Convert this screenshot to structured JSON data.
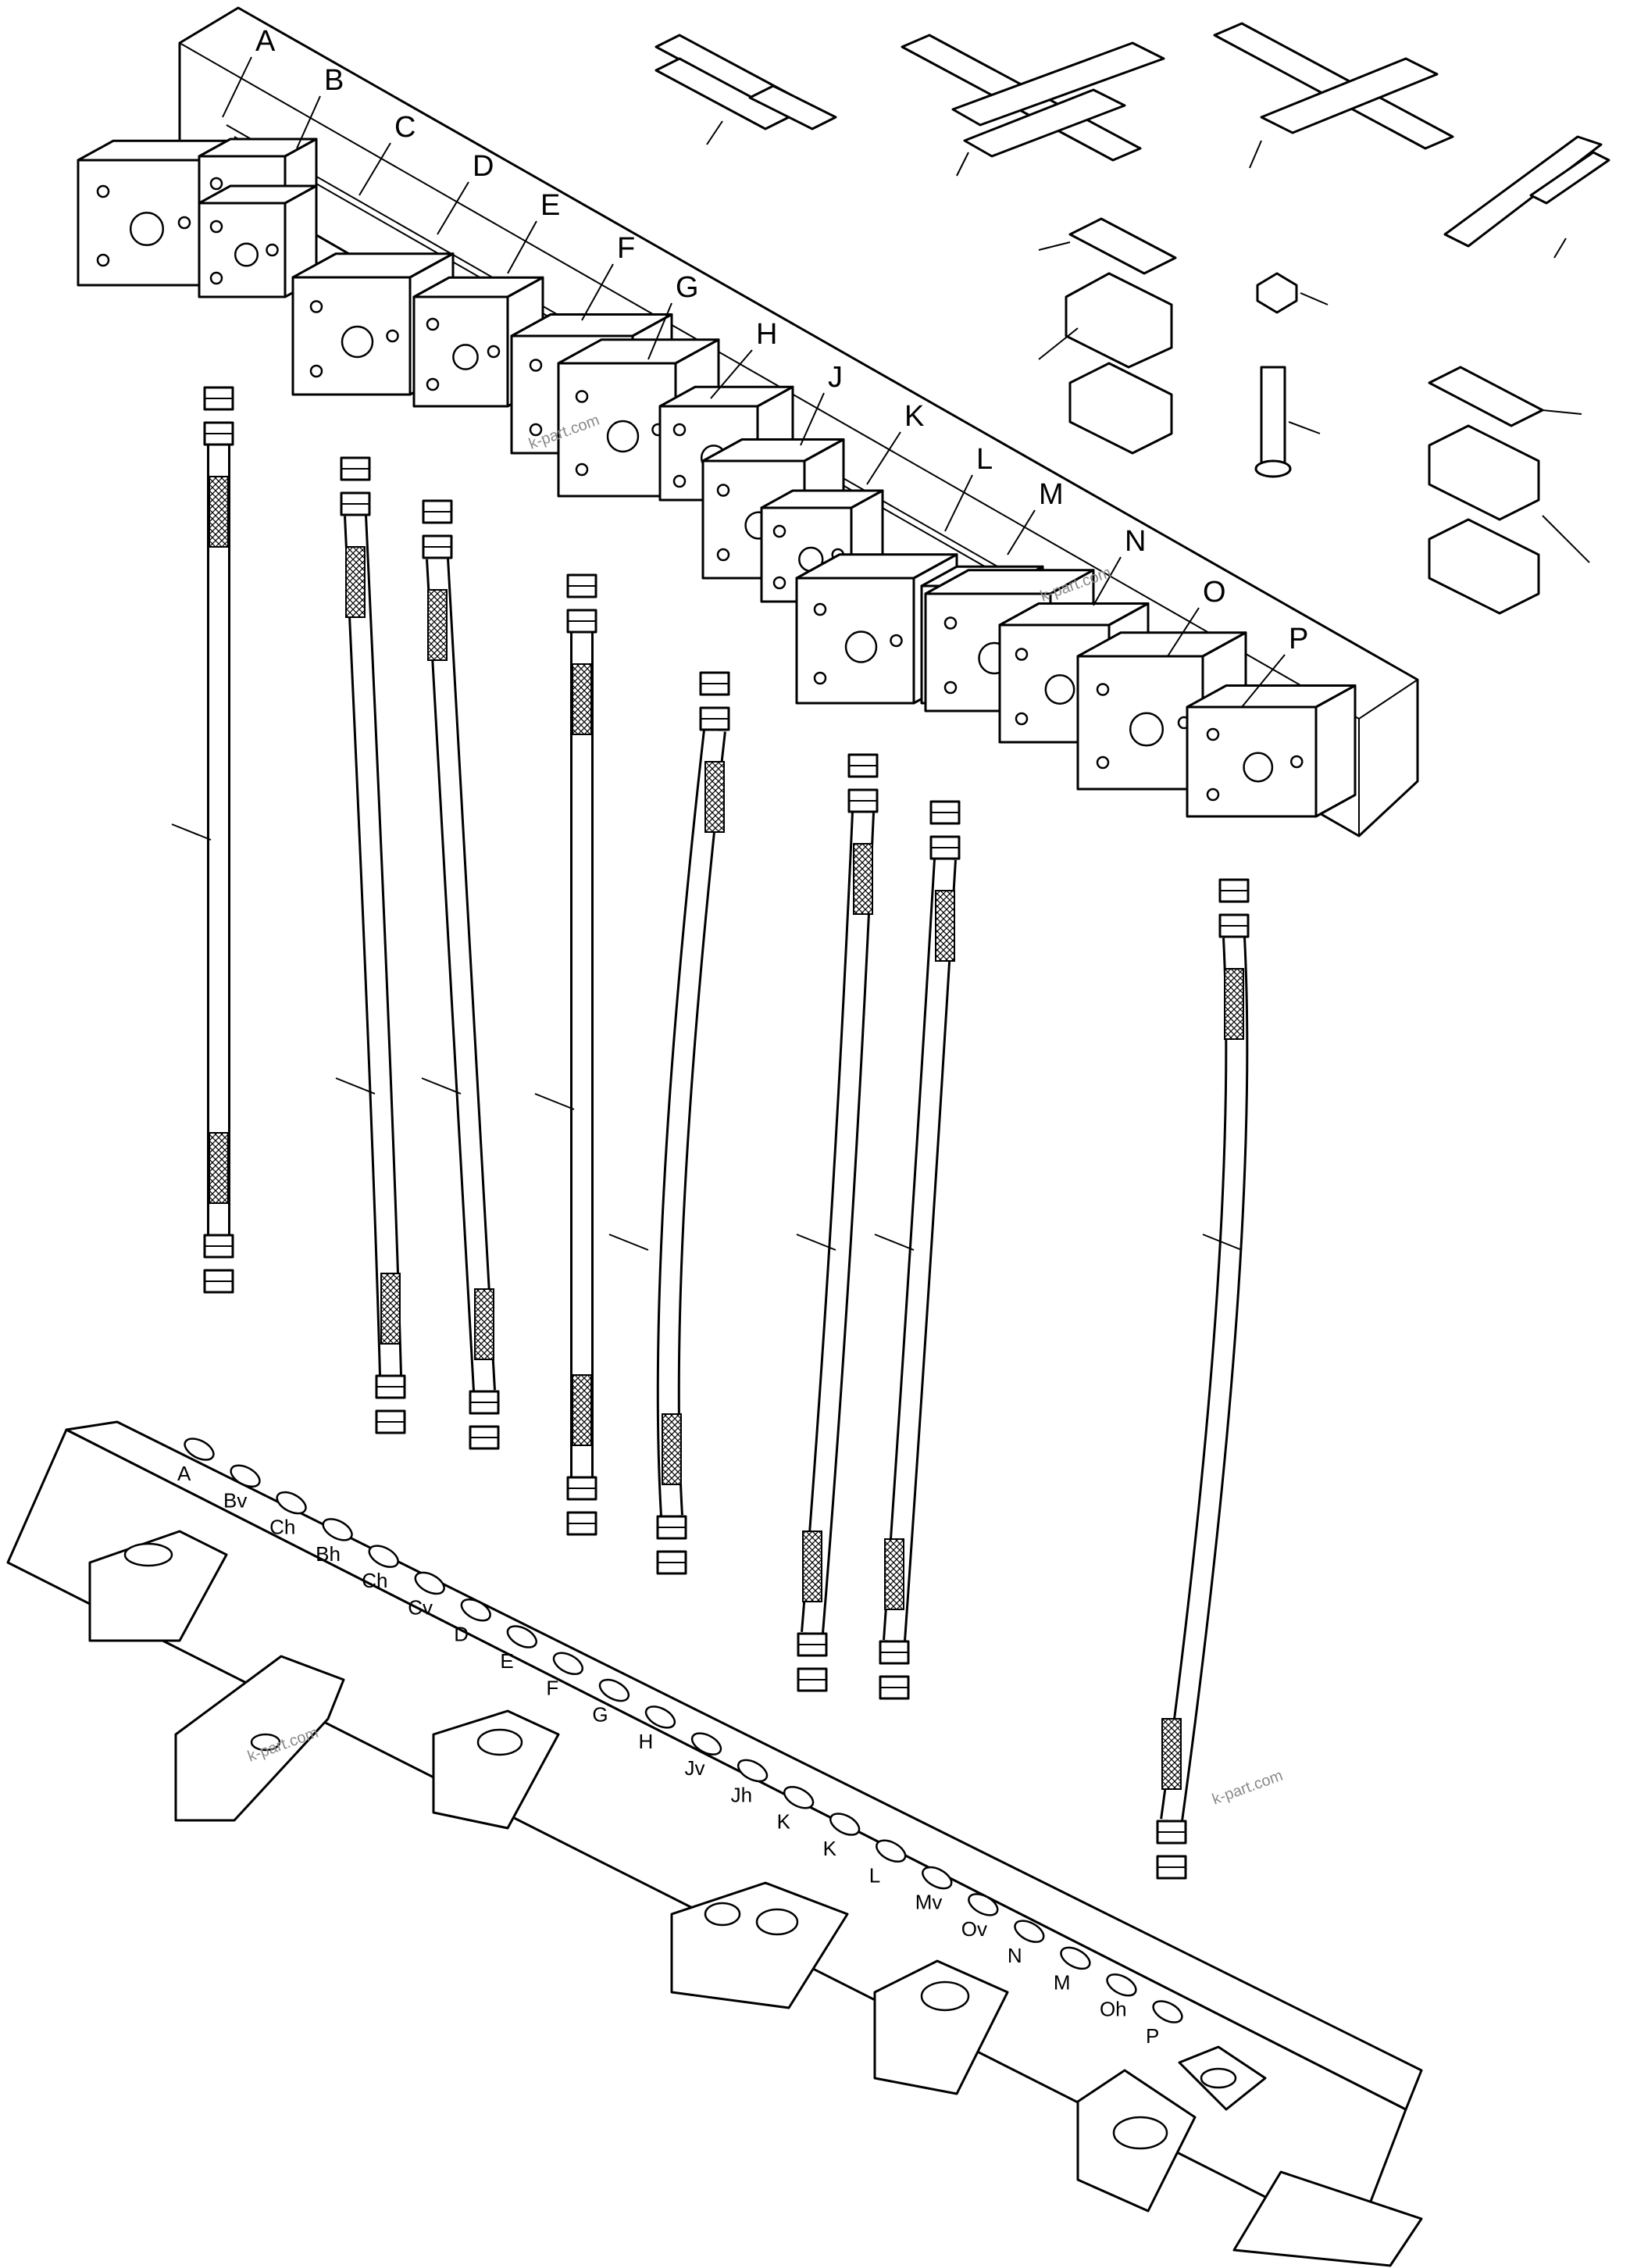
{
  "valve_labels": [
    "A",
    "B",
    "C",
    "D",
    "E",
    "F",
    "G",
    "H",
    "J",
    "K",
    "L",
    "M",
    "N",
    "O",
    "P"
  ],
  "port_labels": [
    "A",
    "Bv",
    "Ch",
    "Bh",
    "Ch",
    "Cv",
    "D",
    "E",
    "F",
    "G",
    "H",
    "Jv",
    "Jh",
    "K",
    "K",
    "L",
    "Mv",
    "Ov",
    "N",
    "M",
    "Oh",
    "P"
  ],
  "watermarks": [
    "k-part.com",
    "k-part.com",
    "k-part.com",
    "k-part.com"
  ]
}
